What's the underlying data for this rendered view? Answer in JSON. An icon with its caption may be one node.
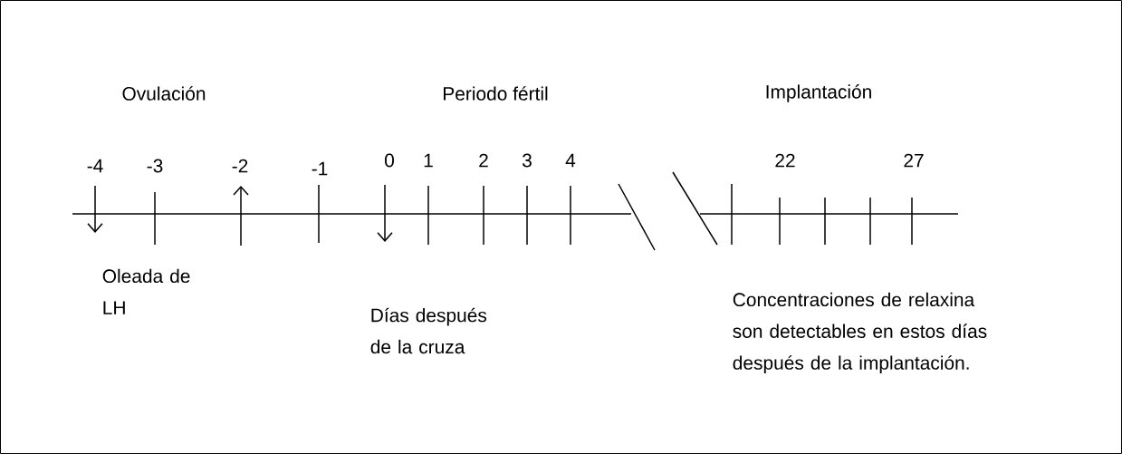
{
  "diagram": {
    "labels": [
      "Ovulación",
      "Periodo fértil",
      "Implantación",
      "-4",
      "-3",
      "-2",
      "-1",
      "0",
      "1",
      "2",
      "3",
      "4",
      "22",
      "27",
      "Oleada de LH",
      "Días después de la cruza",
      "Concentraciones de relaxina son detectables en estos días después de la implantación."
    ]
  }
}
